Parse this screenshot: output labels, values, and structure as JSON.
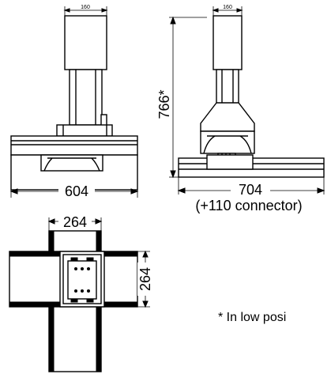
{
  "dimensions": {
    "front_top_width": "160",
    "side_top_width": "160",
    "height": "766*",
    "front_base_width": "604",
    "side_base_width": "704",
    "side_connector": "(+110 connector)",
    "plan_width": "264",
    "plan_depth": "264"
  },
  "footnote": "* In low posi"
}
